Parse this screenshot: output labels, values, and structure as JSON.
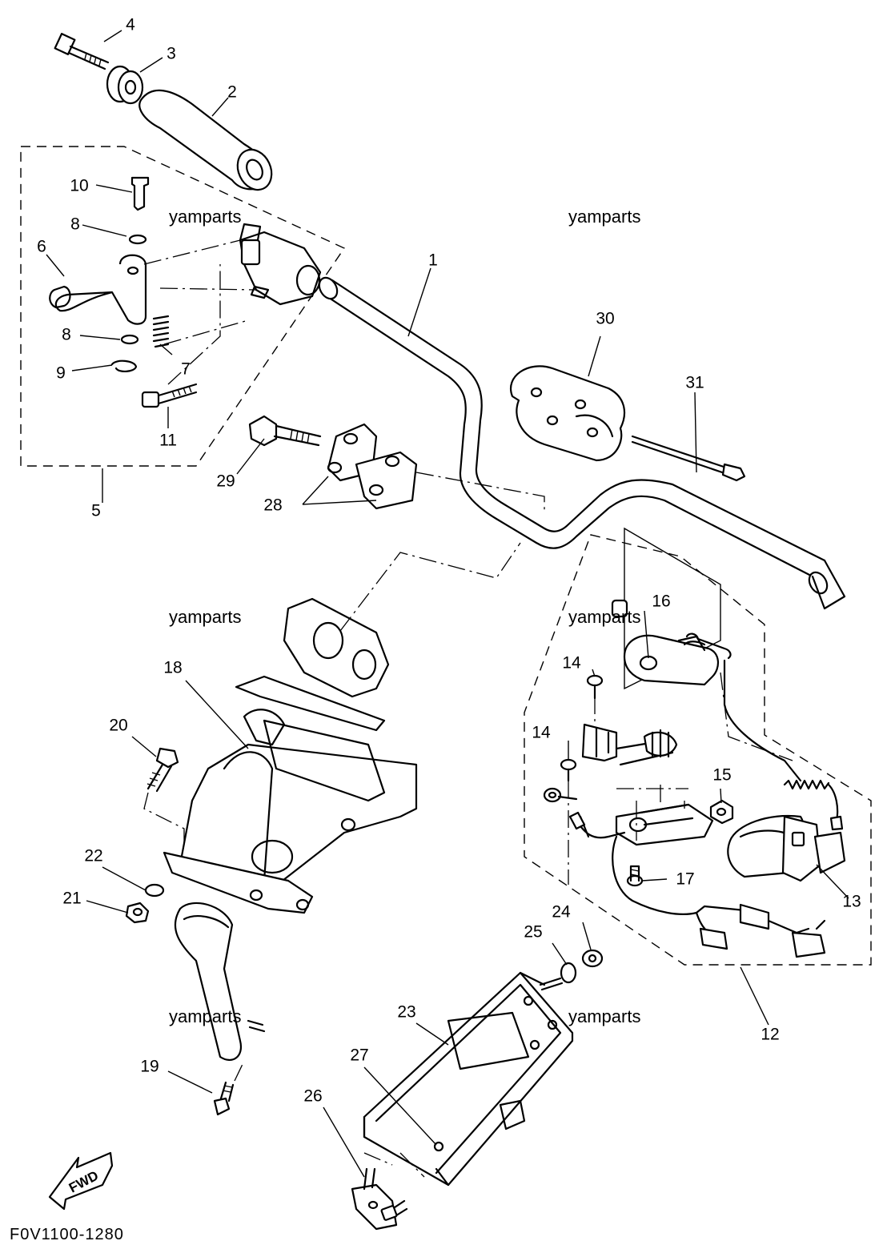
{
  "callouts": [
    {
      "label": "1"
    },
    {
      "label": "2"
    },
    {
      "label": "3"
    },
    {
      "label": "4"
    },
    {
      "label": "5"
    },
    {
      "label": "6"
    },
    {
      "label": "7"
    },
    {
      "label": "8"
    },
    {
      "label": "8"
    },
    {
      "label": "9"
    },
    {
      "label": "10"
    },
    {
      "label": "11"
    },
    {
      "label": "12"
    },
    {
      "label": "13"
    },
    {
      "label": "14"
    },
    {
      "label": "14"
    },
    {
      "label": "15"
    },
    {
      "label": "16"
    },
    {
      "label": "17"
    },
    {
      "label": "18"
    },
    {
      "label": "19"
    },
    {
      "label": "20"
    },
    {
      "label": "21"
    },
    {
      "label": "22"
    },
    {
      "label": "23"
    },
    {
      "label": "24"
    },
    {
      "label": "25"
    },
    {
      "label": "26"
    },
    {
      "label": "27"
    },
    {
      "label": "28"
    },
    {
      "label": "29"
    },
    {
      "label": "30"
    },
    {
      "label": "31"
    }
  ],
  "watermarks": [
    "yamparts",
    "yamparts",
    "yamparts",
    "yamparts",
    "yamparts",
    "yamparts"
  ],
  "figure_code": "F0V1100-1280",
  "fwd_arrow_label": "FWD"
}
